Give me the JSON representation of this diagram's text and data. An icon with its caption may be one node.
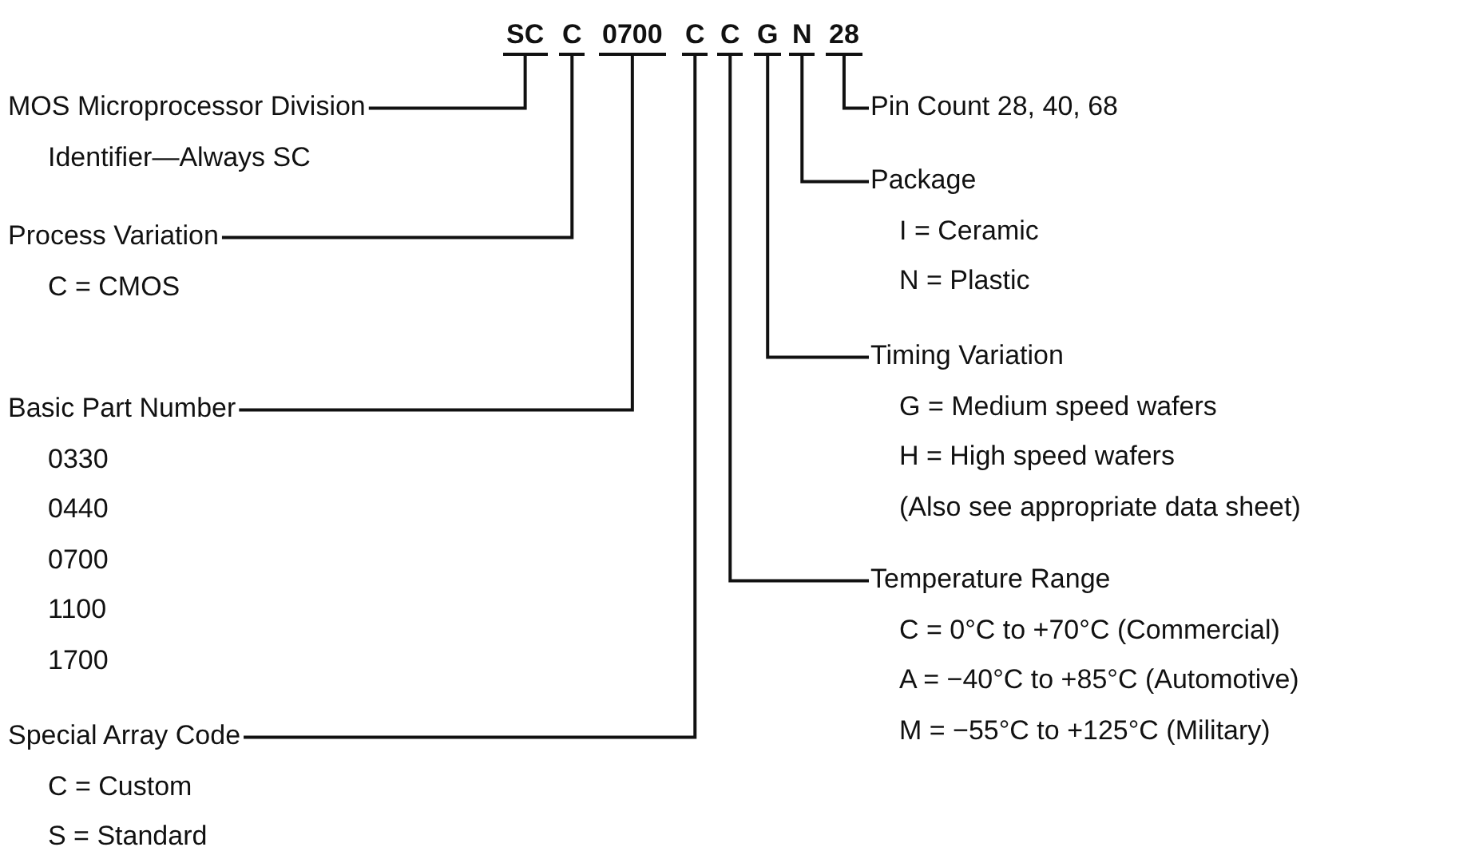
{
  "diagram": {
    "nodes": [
      {
        "text": [
          "SC"
        ]
      },
      {
        "text": [
          "C"
        ]
      },
      {
        "text": [
          "0700"
        ]
      },
      {
        "text": [
          "C"
        ]
      },
      {
        "text": [
          "C"
        ]
      },
      {
        "text": [
          "G"
        ]
      },
      {
        "text": [
          "N"
        ]
      },
      {
        "text": [
          "28"
        ]
      },
      {
        "text": [
          "MOS Microprocessor Division",
          "Identifier—Always SC"
        ]
      },
      {
        "text": [
          "Process Variation",
          "C = CMOS"
        ]
      },
      {
        "text": [
          "Basic Part Number",
          "0330",
          "0440",
          "0700",
          "1100",
          "1700"
        ]
      },
      {
        "text": [
          "Special Array Code",
          "C = Custom",
          "S = Standard"
        ]
      },
      {
        "text": [
          "Pin Count 28, 40, 68"
        ]
      },
      {
        "text": [
          "Package",
          "I = Ceramic",
          "N = Plastic"
        ]
      },
      {
        "text": [
          "Timing Variation",
          "G = Medium speed wafers",
          "H = High speed wafers",
          "(Also see appropriate data sheet)"
        ]
      },
      {
        "text": [
          "Temperature Range",
          "C = 0°C to +70°C (Commercial)",
          "A = −40°C to +85°C (Automotive)",
          "M = −55°C to +125°C (Military)"
        ]
      }
    ],
    "edges": [
      {
        "from": 8,
        "to": 0,
        "arrow": "none"
      },
      {
        "from": 9,
        "to": 1,
        "arrow": "none"
      },
      {
        "from": 10,
        "to": 2,
        "arrow": "none"
      },
      {
        "from": 11,
        "to": 3,
        "arrow": "none"
      },
      {
        "from": 12,
        "to": 7,
        "arrow": "none"
      },
      {
        "from": 13,
        "to": 6,
        "arrow": "none"
      },
      {
        "from": 14,
        "to": 5,
        "arrow": "none"
      },
      {
        "from": 15,
        "to": 4,
        "arrow": "none"
      }
    ]
  }
}
